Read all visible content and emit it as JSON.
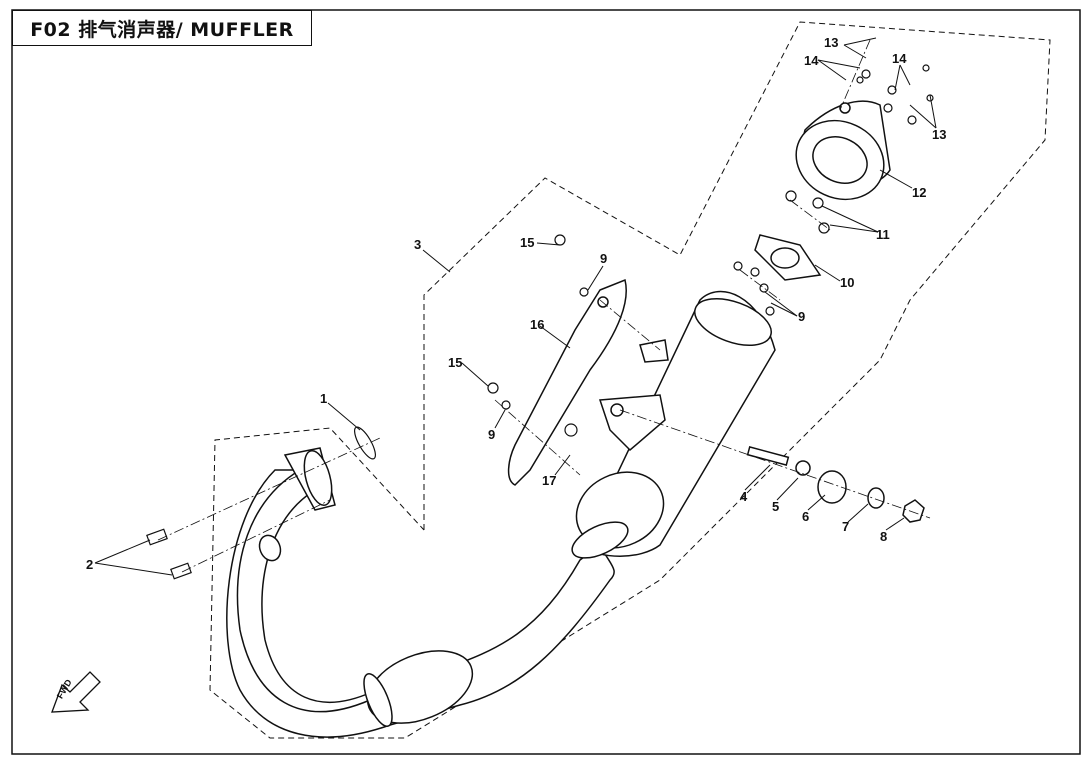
{
  "title": "F02 排气消声器/ MUFFLER",
  "fwd_label": "FWD",
  "callouts": {
    "c1": "1",
    "c2": "2",
    "c3": "3",
    "c4": "4",
    "c5": "5",
    "c6": "6",
    "c7": "7",
    "c8": "8",
    "c9a": "9",
    "c9b": "9",
    "c9c": "9",
    "c10": "10",
    "c11": "11",
    "c12": "12",
    "c13a": "13",
    "c13b": "13",
    "c14a": "14",
    "c14b": "14",
    "c15a": "15",
    "c15b": "15",
    "c16": "16",
    "c17": "17"
  }
}
